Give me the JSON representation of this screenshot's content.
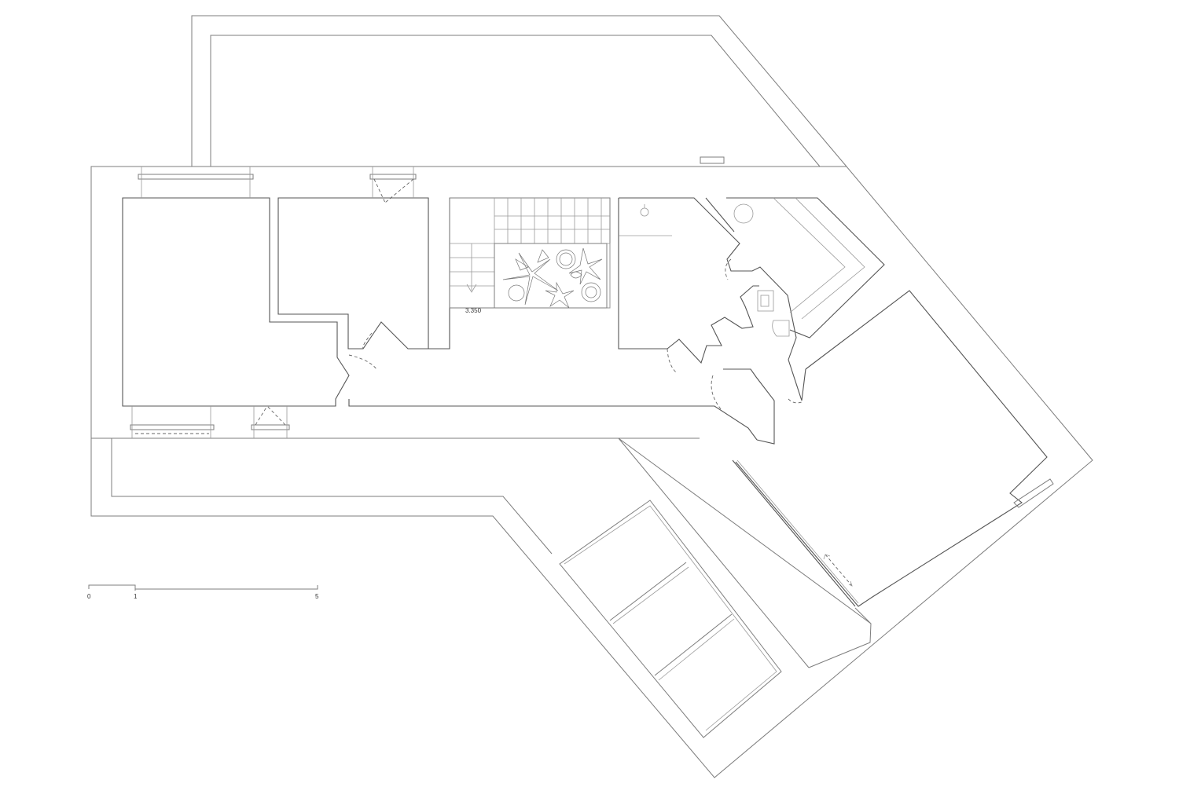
{
  "level_label": "3.350",
  "scale_bar": {
    "ticks": [
      "0",
      "1",
      "5"
    ]
  },
  "colors": {
    "line": "#7d7d7d",
    "wall": "#555555",
    "background": "#ffffff"
  }
}
